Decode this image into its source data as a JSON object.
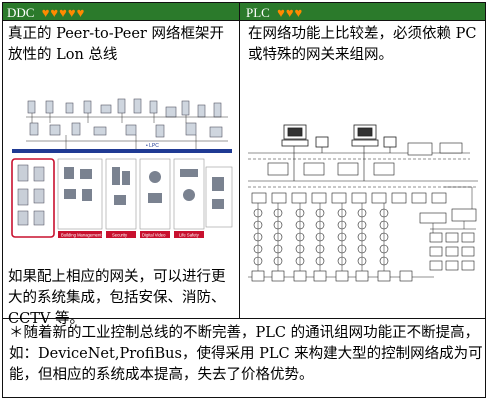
{
  "header": {
    "left_title": "DDC",
    "left_hearts": "♥♥♥♥♥",
    "right_title": "PLC",
    "right_hearts": "♥♥♥"
  },
  "left": {
    "top_text": "真正的 Peer-to-Peer 网络框架开放性的 Lon 总线",
    "bottom_text": "如果配上相应的网关，可以进行更大的系统集成，包括安保、消防、CCTV 等。",
    "diagram_labels": [
      "Building Management",
      "Security",
      "Digital Video",
      "Life Safety"
    ]
  },
  "right": {
    "top_text": "在网络功能上比较差，必须依赖 PC 或特殊的网关来组网。"
  },
  "bottom": {
    "text": "＊随着新的工业控制总线的不断完善，PLC 的通讯组网功能正不断提高，如：DeviceNet,ProfiBus，使得采用 PLC 来构建大型的控制网络成为可能，但相应的系统成本提高，失去了价格优势。"
  },
  "colors": {
    "header_bg": "#2b7a2b",
    "hearts": "#ff8a00",
    "diagram_red": "#c8102e",
    "diagram_blue": "#1f3a93"
  }
}
